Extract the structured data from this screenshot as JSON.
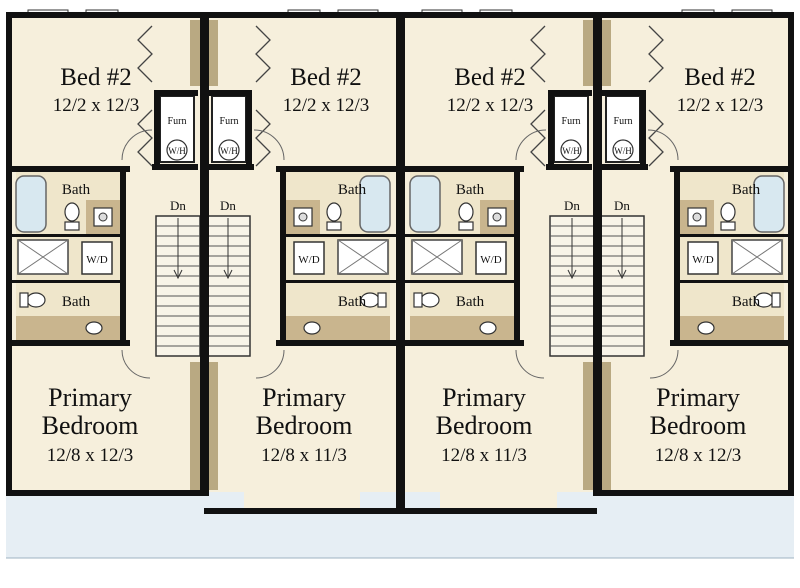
{
  "floor_plan": {
    "units": [
      {
        "mirrored": false,
        "bed2": {
          "label": "Bed #2",
          "dims": "12/2 x 12/3"
        },
        "primary": {
          "label_line1": "Primary",
          "label_line2": "Bedroom",
          "dims": "12/8 x 12/3"
        },
        "bath_upper": "Bath",
        "bath_lower": "Bath",
        "laundry": "W/D",
        "furnace": "Furn",
        "water_heater": "W/H",
        "stair": "Dn"
      },
      {
        "mirrored": true,
        "bed2": {
          "label": "Bed #2",
          "dims": "12/2 x 12/3"
        },
        "primary": {
          "label_line1": "Primary",
          "label_line2": "Bedroom",
          "dims": "12/8 x 11/3"
        },
        "bath_upper": "Bath",
        "bath_lower": "Bath",
        "laundry": "W/D",
        "furnace": "Furn",
        "water_heater": "W/H",
        "stair": "Dn"
      },
      {
        "mirrored": false,
        "bed2": {
          "label": "Bed #2",
          "dims": "12/2 x 12/3"
        },
        "primary": {
          "label_line1": "Primary",
          "label_line2": "Bedroom",
          "dims": "12/8 x 11/3"
        },
        "bath_upper": "Bath",
        "bath_lower": "Bath",
        "laundry": "W/D",
        "furnace": "Furn",
        "water_heater": "W/H",
        "stair": "Dn"
      },
      {
        "mirrored": true,
        "bed2": {
          "label": "Bed #2",
          "dims": "12/2 x 12/3"
        },
        "primary": {
          "label_line1": "Primary",
          "label_line2": "Bedroom",
          "dims": "12/8 x 12/3"
        },
        "bath_upper": "Bath",
        "bath_lower": "Bath",
        "laundry": "W/D",
        "furnace": "Furn",
        "water_heater": "W/H",
        "stair": "Dn"
      }
    ],
    "colors": {
      "wall": "#111111",
      "room_fill": "#f6efdc",
      "bath_fill": "#efe6cb",
      "counter": "#c9b58e",
      "stair_fill": "#f8f4e8",
      "porch": "#e6eef4",
      "fixture": "#ffffff",
      "tub": "#d8e8f0"
    }
  }
}
